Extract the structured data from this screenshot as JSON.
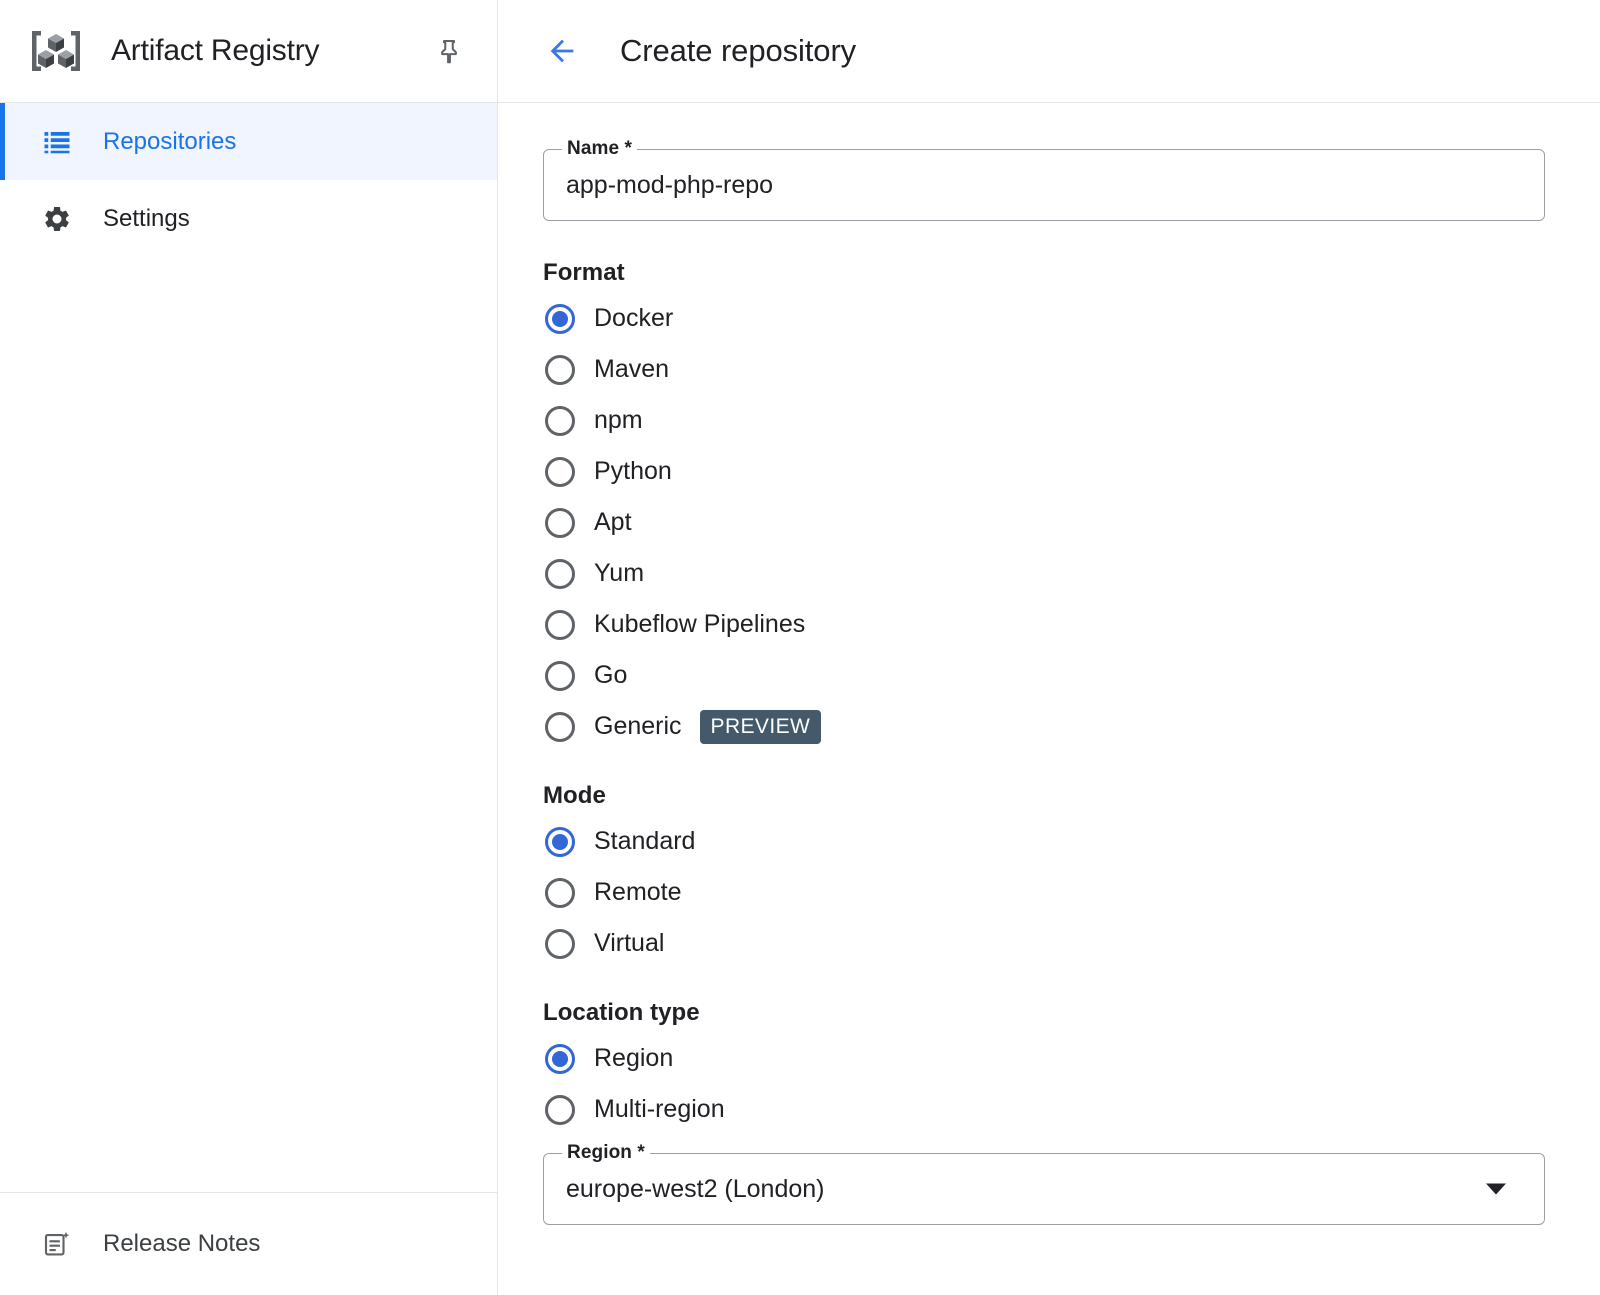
{
  "sidebar": {
    "brand": {
      "logo_icon": "artifact-registry-cubes-icon",
      "title": "Artifact Registry",
      "pin_icon": "pin-icon"
    },
    "items": [
      {
        "label": "Repositories",
        "icon": "list-icon",
        "active": true
      },
      {
        "label": "Settings",
        "icon": "gear-icon",
        "active": false
      }
    ],
    "footer": {
      "label": "Release Notes",
      "icon": "release-notes-icon"
    }
  },
  "header": {
    "back_icon": "arrow-left-icon",
    "title": "Create repository"
  },
  "form": {
    "name_field": {
      "label": "Name *",
      "value": "app-mod-php-repo",
      "placeholder": ""
    },
    "format": {
      "title": "Format",
      "selected": "Docker",
      "options": [
        {
          "label": "Docker",
          "checked": true
        },
        {
          "label": "Maven",
          "checked": false
        },
        {
          "label": "npm",
          "checked": false
        },
        {
          "label": "Python",
          "checked": false
        },
        {
          "label": "Apt",
          "checked": false
        },
        {
          "label": "Yum",
          "checked": false
        },
        {
          "label": "Kubeflow Pipelines",
          "checked": false
        },
        {
          "label": "Go",
          "checked": false
        },
        {
          "label": "Generic",
          "checked": false,
          "badge": "PREVIEW"
        }
      ]
    },
    "mode": {
      "title": "Mode",
      "selected": "Standard",
      "options": [
        {
          "label": "Standard",
          "checked": true
        },
        {
          "label": "Remote",
          "checked": false
        },
        {
          "label": "Virtual",
          "checked": false
        }
      ]
    },
    "location_type": {
      "title": "Location type",
      "selected": "Region",
      "options": [
        {
          "label": "Region",
          "checked": true
        },
        {
          "label": "Multi-region",
          "checked": false
        }
      ]
    },
    "region_field": {
      "label": "Region *",
      "value": "europe-west2 (London)",
      "arrow_icon": "chevron-down-icon"
    }
  },
  "colors": {
    "accent_blue": "#1a73e8",
    "radio_blue": "#3367d6",
    "active_nav_bg": "#f0f5ff",
    "badge_bg": "#44596a",
    "border": "#9aa0a6",
    "divider": "#e3e5e8"
  }
}
